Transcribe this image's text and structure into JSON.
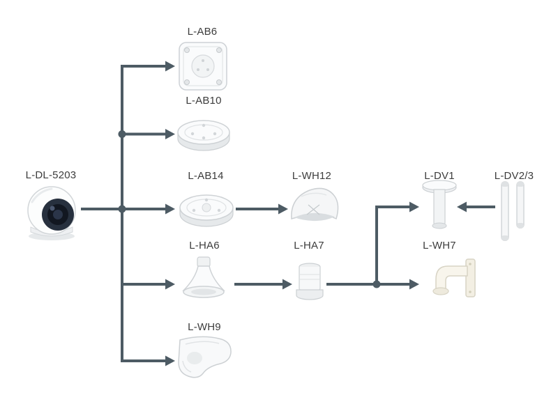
{
  "diagram": {
    "colors": {
      "connector": "#4d5b64",
      "text": "#3c3c3c",
      "background": "#ffffff"
    },
    "root": {
      "id": "l-dl-5203",
      "label": "L-DL-5203"
    },
    "nodes": [
      {
        "id": "l-ab6",
        "label": "L-AB6"
      },
      {
        "id": "l-ab10",
        "label": "L-AB10"
      },
      {
        "id": "l-ab14",
        "label": "L-AB14"
      },
      {
        "id": "l-wh12",
        "label": "L-WH12"
      },
      {
        "id": "l-ha6",
        "label": "L-HA6"
      },
      {
        "id": "l-ha7",
        "label": "L-HA7"
      },
      {
        "id": "l-dv1",
        "label": "L-DV1"
      },
      {
        "id": "l-dv23",
        "label": "L-DV2/3"
      },
      {
        "id": "l-wh7",
        "label": "L-WH7"
      },
      {
        "id": "l-wh9",
        "label": "L-WH9"
      }
    ],
    "edges": [
      {
        "from": "l-dl-5203",
        "to": "l-ab6"
      },
      {
        "from": "l-dl-5203",
        "to": "l-ab10"
      },
      {
        "from": "l-dl-5203",
        "to": "l-ab14"
      },
      {
        "from": "l-dl-5203",
        "to": "l-ha6"
      },
      {
        "from": "l-dl-5203",
        "to": "l-wh9"
      },
      {
        "from": "l-ab14",
        "to": "l-wh12"
      },
      {
        "from": "l-ha6",
        "to": "l-ha7"
      },
      {
        "from": "l-ha7",
        "to": "l-dv1"
      },
      {
        "from": "l-ha7",
        "to": "l-wh7"
      },
      {
        "from": "l-dv23",
        "to": "l-dv1"
      }
    ]
  }
}
